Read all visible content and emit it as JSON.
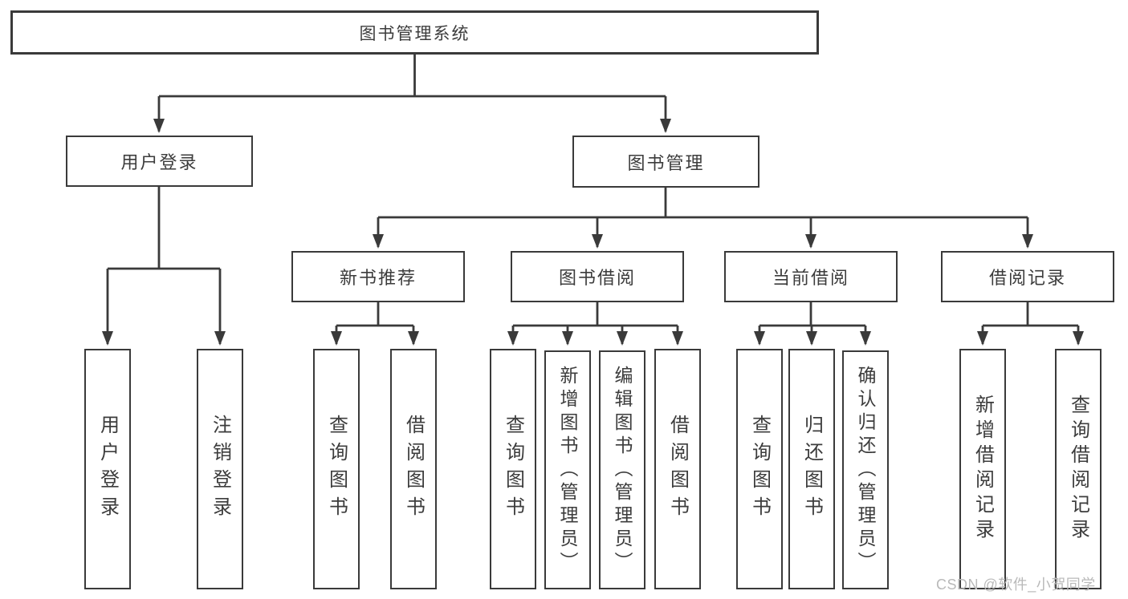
{
  "diagram_title": "图书管理系统",
  "nodes": {
    "root": "图书管理系统",
    "level2": [
      "用户登录",
      "图书管理"
    ],
    "level3": [
      "新书推荐",
      "图书借阅",
      "当前借阅",
      "借阅记录"
    ],
    "leaves": [
      "用户登录",
      "注销登录",
      "查询图书",
      "借阅图书",
      "查询图书",
      "新增图书（管理员）",
      "编辑图书（管理员）",
      "借阅图书",
      "查询图书",
      "归还图书",
      "确认归还（管理员）",
      "新增借阅记录",
      "查询借阅记录"
    ]
  },
  "hierarchy": {
    "图书管理系统": {
      "用户登录": [
        "用户登录",
        "注销登录"
      ],
      "图书管理": {
        "新书推荐": [
          "查询图书",
          "借阅图书"
        ],
        "图书借阅": [
          "查询图书",
          "新增图书（管理员）",
          "编辑图书（管理员）",
          "借阅图书"
        ],
        "当前借阅": [
          "查询图书",
          "归还图书",
          "确认归还（管理员）"
        ],
        "借阅记录": [
          "新增借阅记录",
          "查询借阅记录"
        ]
      }
    }
  },
  "watermark": "CSDN @软件_小贺同学",
  "colors": {
    "line": "#3a3a3a",
    "box_border": "#3a3a3a",
    "box_fill": "#ffffff",
    "text": "#3c3c3c",
    "watermark": "#b9b9b9"
  }
}
